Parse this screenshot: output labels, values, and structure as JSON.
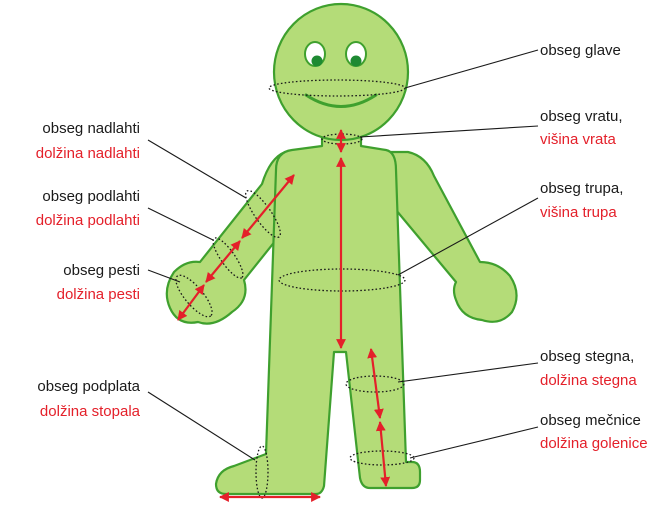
{
  "colors": {
    "body_fill": "#b4dc78",
    "body_outline": "#3fa02e",
    "measure_arrow": "#e4202a",
    "label_primary": "#1a1a1a",
    "label_secondary": "#e4202a"
  },
  "labels": {
    "head_girth": "obseg glave",
    "neck_girth": "obseg vratu,",
    "neck_height": "višina vrata",
    "upper_arm_girth": "obseg nadlahti",
    "upper_arm_length": "dolžina nadlahti",
    "forearm_girth": "obseg podlahti",
    "forearm_length": "dolžina podlahti",
    "wrist_girth": "obseg pesti",
    "wrist_length": "dolžina pesti",
    "torso_girth": "obseg trupa,",
    "torso_height": "višina trupa",
    "thigh_girth": "obseg stegna,",
    "thigh_length": "dolžina stegna",
    "calf_girth": "obseg mečnice",
    "shin_length": "dolžina golenice",
    "sole_girth": "obseg podplata",
    "foot_length": "dolžina stopala"
  }
}
